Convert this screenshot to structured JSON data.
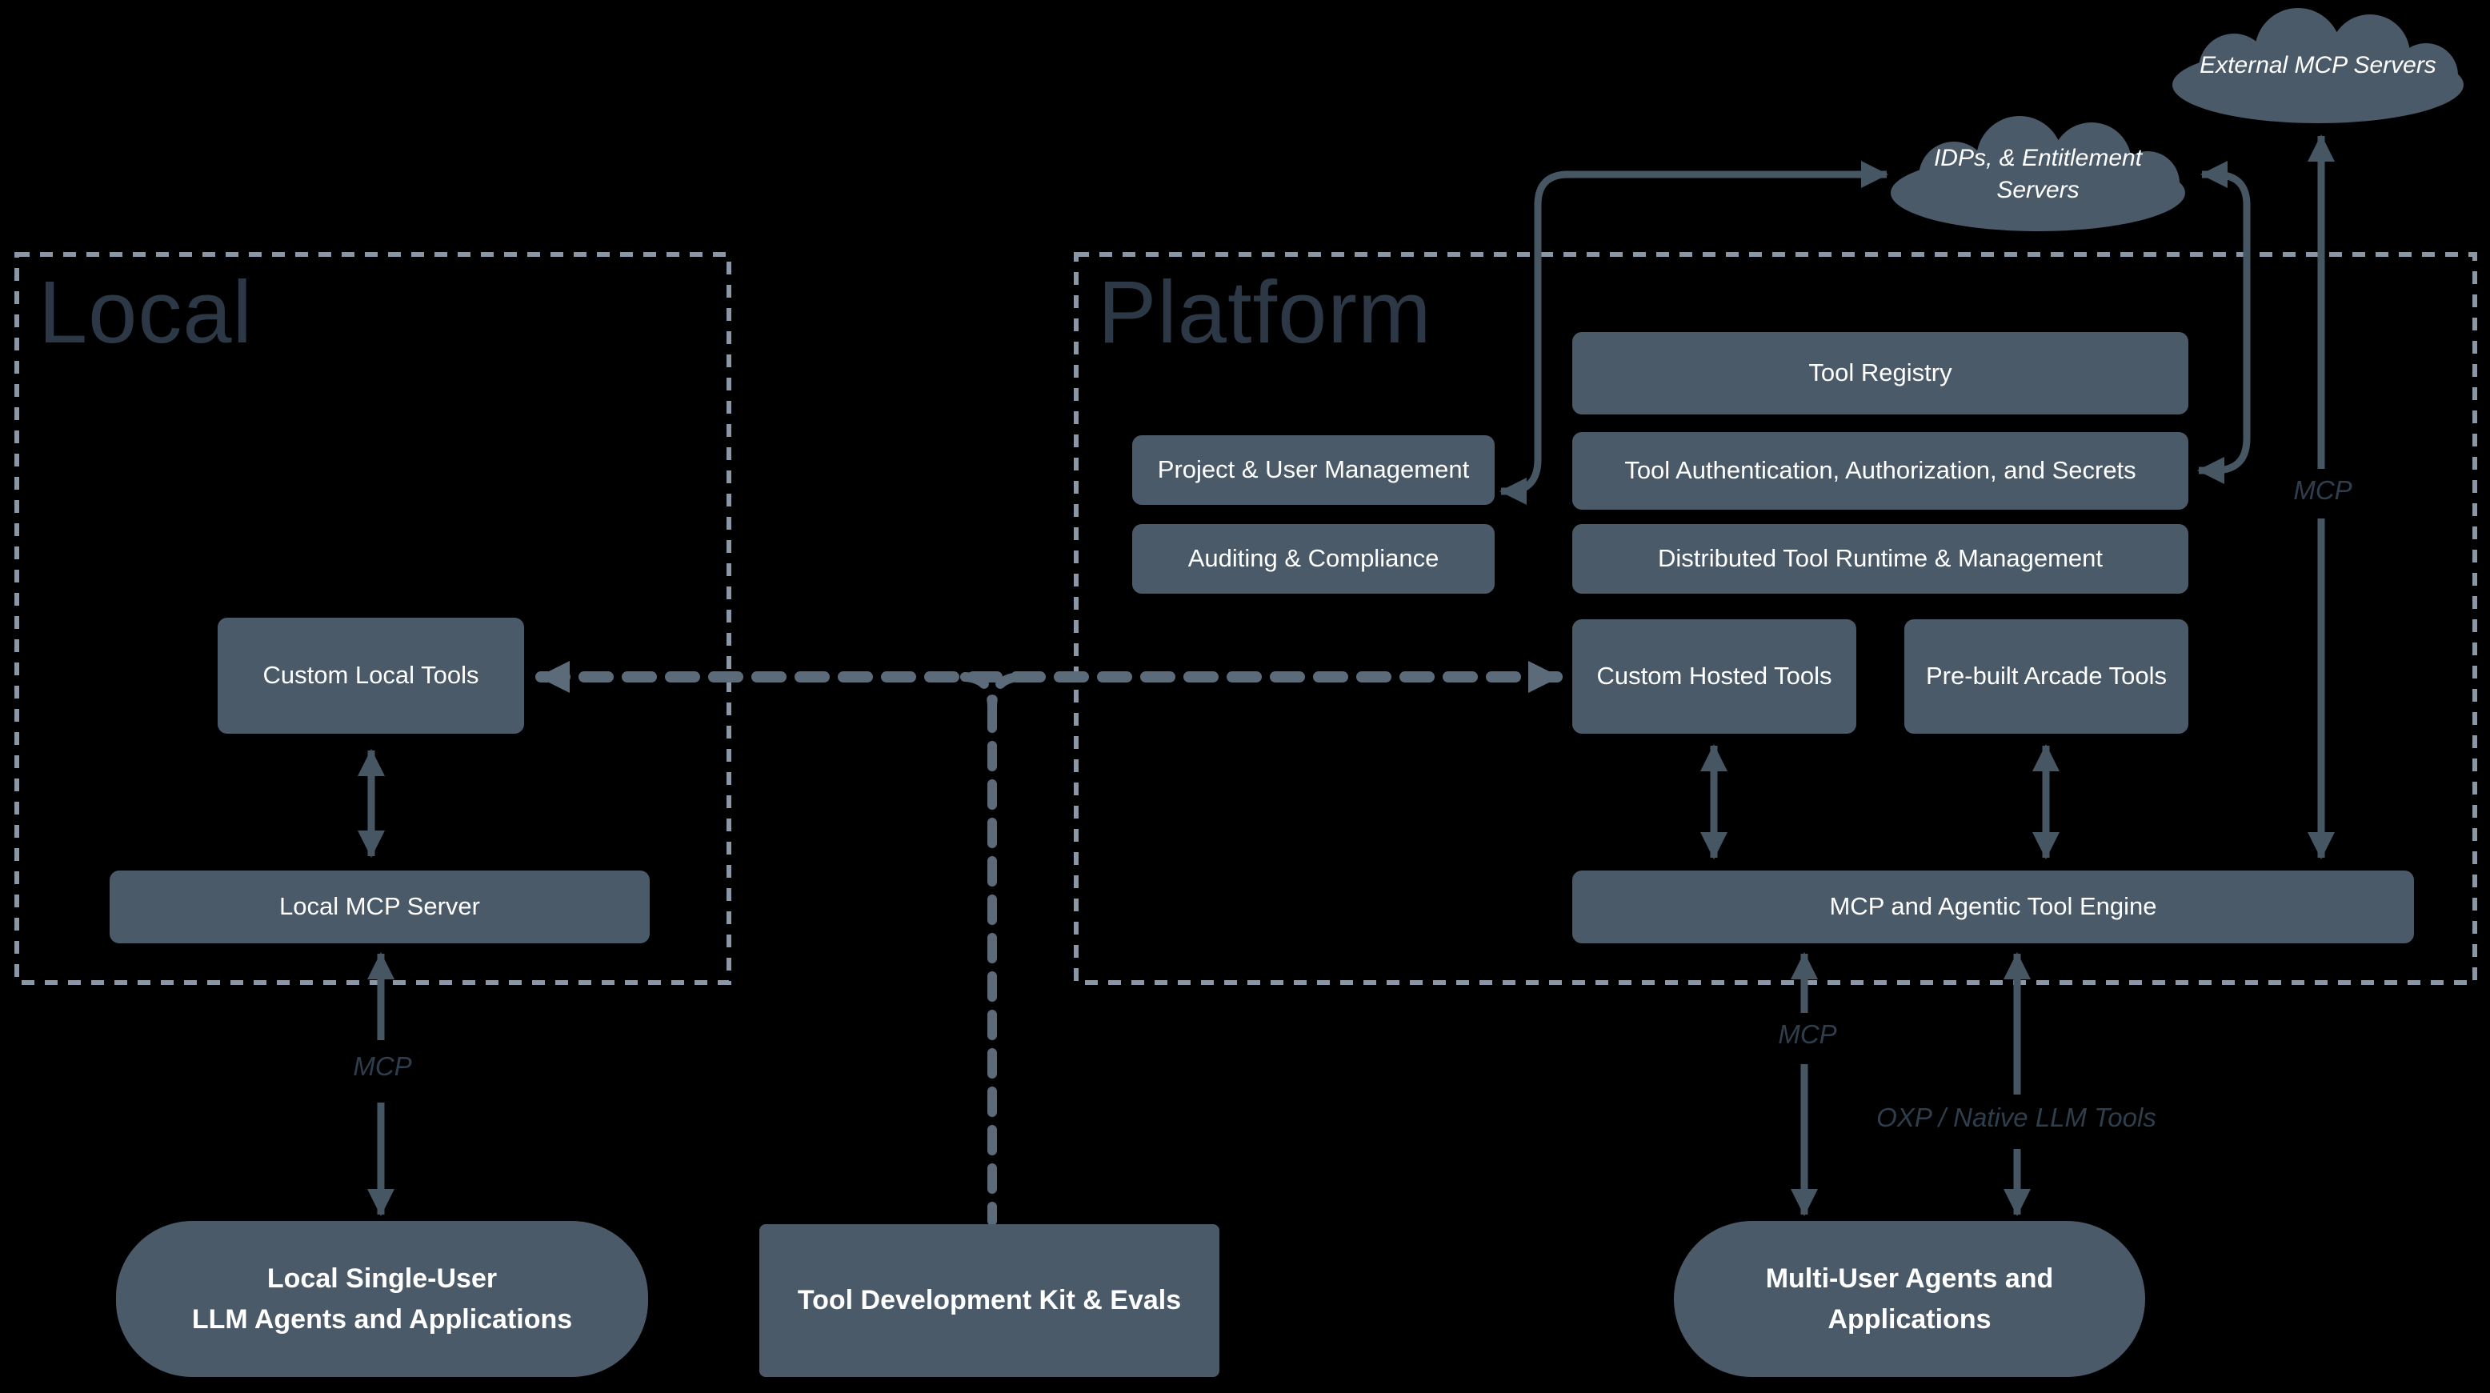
{
  "regions": {
    "local": {
      "title": "Local"
    },
    "platform": {
      "title": "Platform"
    }
  },
  "clouds": {
    "external_mcp": {
      "label": "External MCP Servers"
    },
    "idps": {
      "line1": "IDPs, & Entitlement",
      "line2": "Servers"
    }
  },
  "platform": {
    "tool_registry": "Tool Registry",
    "project_user_management": "Project & User Management",
    "tool_auth": "Tool Authentication, Authorization, and Secrets",
    "auditing_compliance": "Auditing & Compliance",
    "distributed_runtime": "Distributed Tool Runtime & Management",
    "custom_hosted_tools": "Custom Hosted Tools",
    "prebuilt_arcade_tools": "Pre-built Arcade Tools",
    "engine": "MCP and Agentic Tool Engine"
  },
  "local": {
    "custom_local_tools": "Custom Local Tools",
    "local_mcp_server": "Local MCP Server"
  },
  "bottom": {
    "local_agents": {
      "line1": "Local Single-User",
      "line2": "LLM Agents and Applications"
    },
    "tdk": "Tool Development Kit & Evals",
    "multi_user": {
      "line1": "Multi-User Agents and",
      "line2": "Applications"
    }
  },
  "edge_labels": {
    "mcp_local": "MCP",
    "mcp_external": "MCP",
    "mcp_engine": "MCP",
    "oxp": "OXP / Native LLM Tools"
  },
  "colors": {
    "background": "#000000",
    "node_fill": "#4b5a69",
    "node_text": "#ffffff",
    "solid_arrow": "#475663",
    "dashed_arrow": "#5c6b79",
    "region_border": "#8a97a6",
    "region_title": "#2c3845",
    "edge_label_text": "#2f3e4c"
  }
}
